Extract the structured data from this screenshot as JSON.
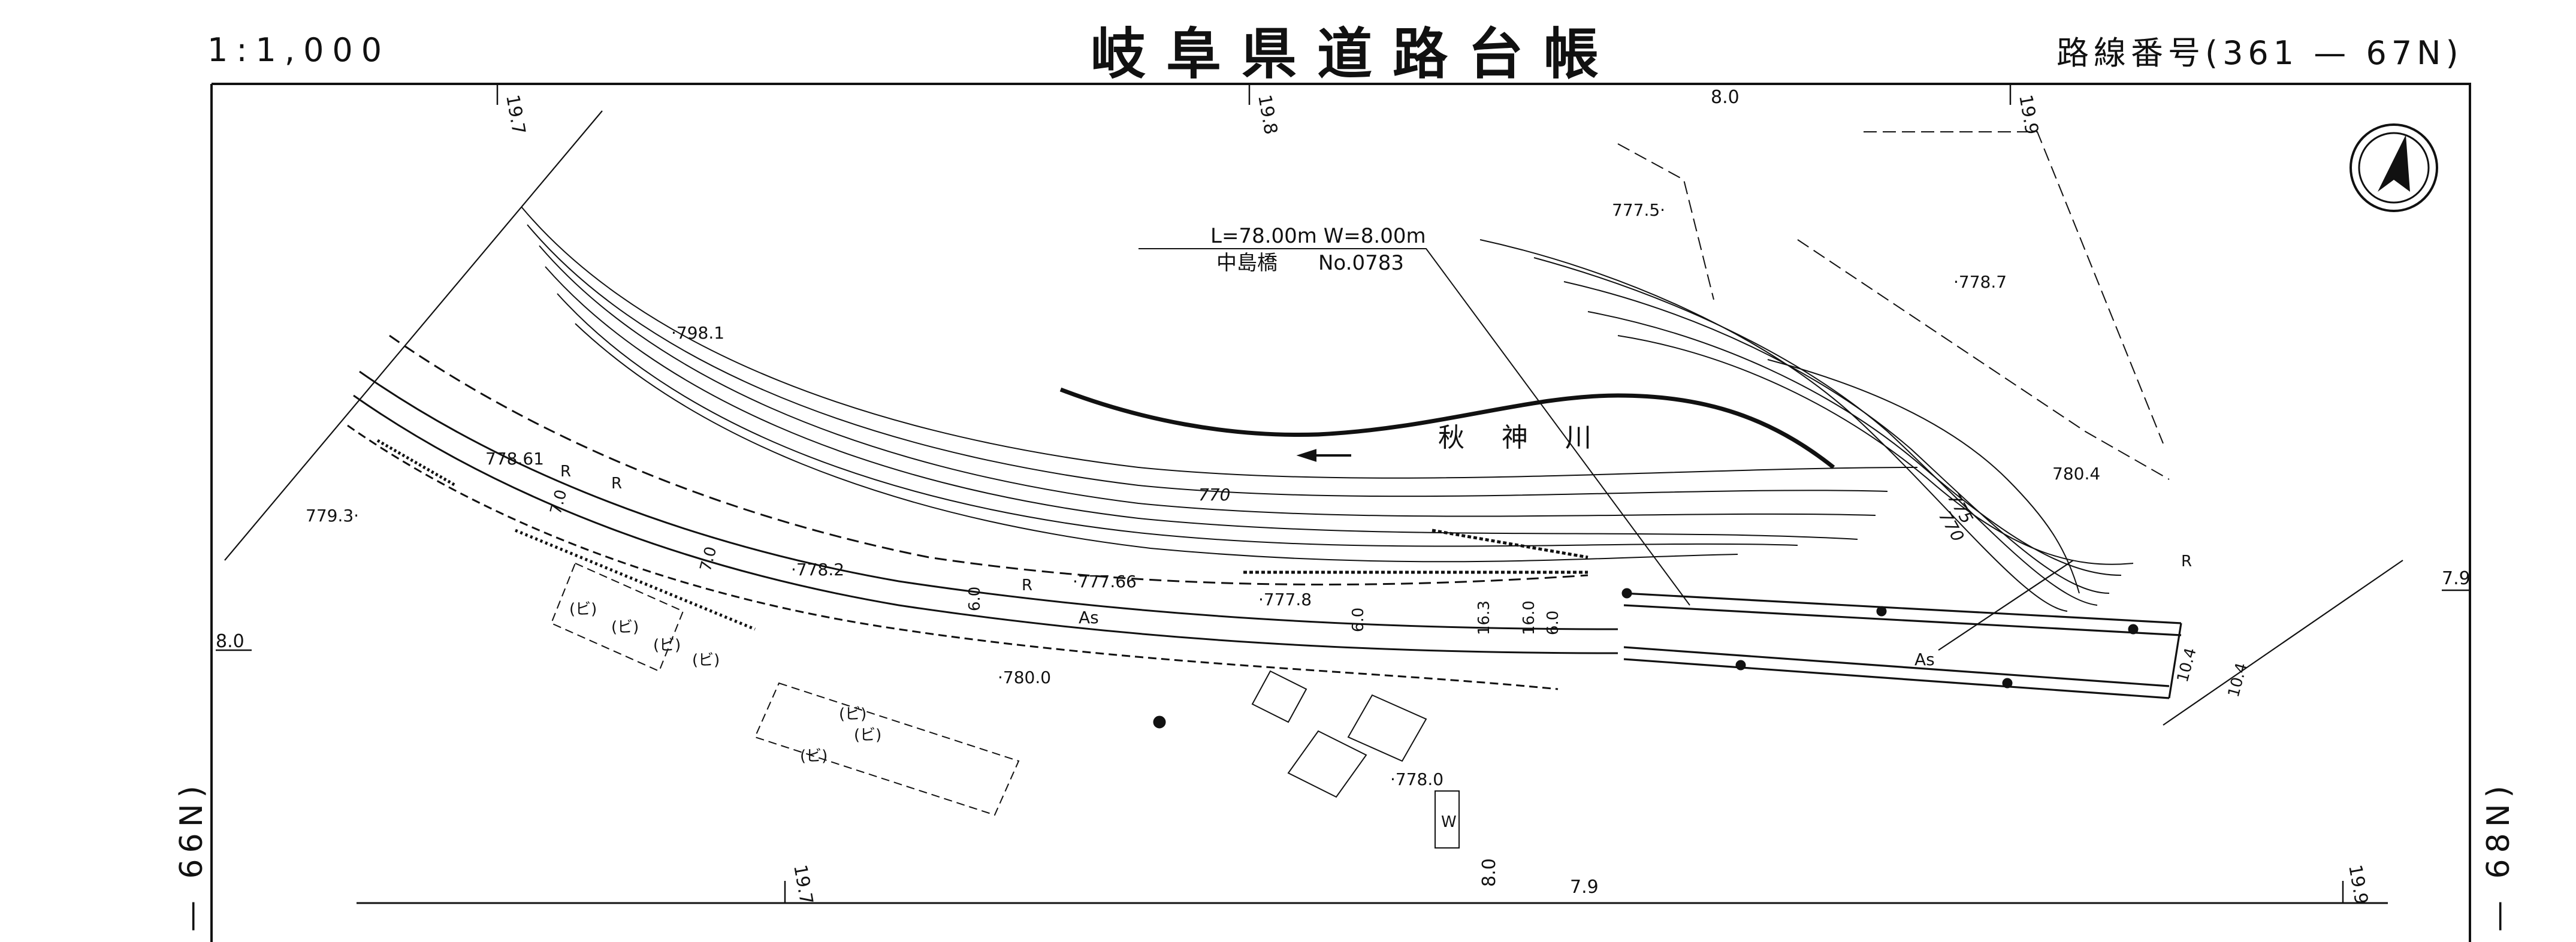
{
  "header": {
    "scale": "1:1,000",
    "title": "岐阜県道路台帳",
    "route_number": "路線番号(361 — 67N)"
  },
  "sheet_refs": {
    "left": "— 66N)",
    "right": "— 68N)"
  },
  "bridge": {
    "dimensions": "L=78.00m W=8.00m",
    "name": "中島橋",
    "number": "No.0783"
  },
  "river": {
    "name": "秋 神 川"
  },
  "elevations": [
    "·798.1",
    "779.3·",
    "778.61",
    "·778.2",
    "·777.66",
    "·777.8",
    "·780.0",
    "·778.0",
    "777.5·",
    "·778.7",
    "780.4"
  ],
  "contours": [
    "770",
    "775",
    "770"
  ],
  "grid_labels": [
    "19.7",
    "19.8",
    "8.0",
    "19.9",
    "8.0",
    "7.9",
    "19.7",
    "8.0",
    "7.9",
    "19.9"
  ],
  "road_widths": [
    "7.0",
    "7.0",
    "6.0",
    "6.0",
    "16.3",
    "16.0",
    "6.0",
    "10.4",
    "10.4"
  ],
  "surface_labels": [
    "As",
    "As"
  ],
  "markers": {
    "building_w": "W",
    "parking": [
      "(ビ)",
      "(ビ)",
      "(ビ)",
      "(ビ)",
      "(ビ)",
      "(ビ)",
      "(ビ)"
    ],
    "rock": [
      "R",
      "R",
      "R",
      "R"
    ]
  },
  "north_arrow": "north"
}
